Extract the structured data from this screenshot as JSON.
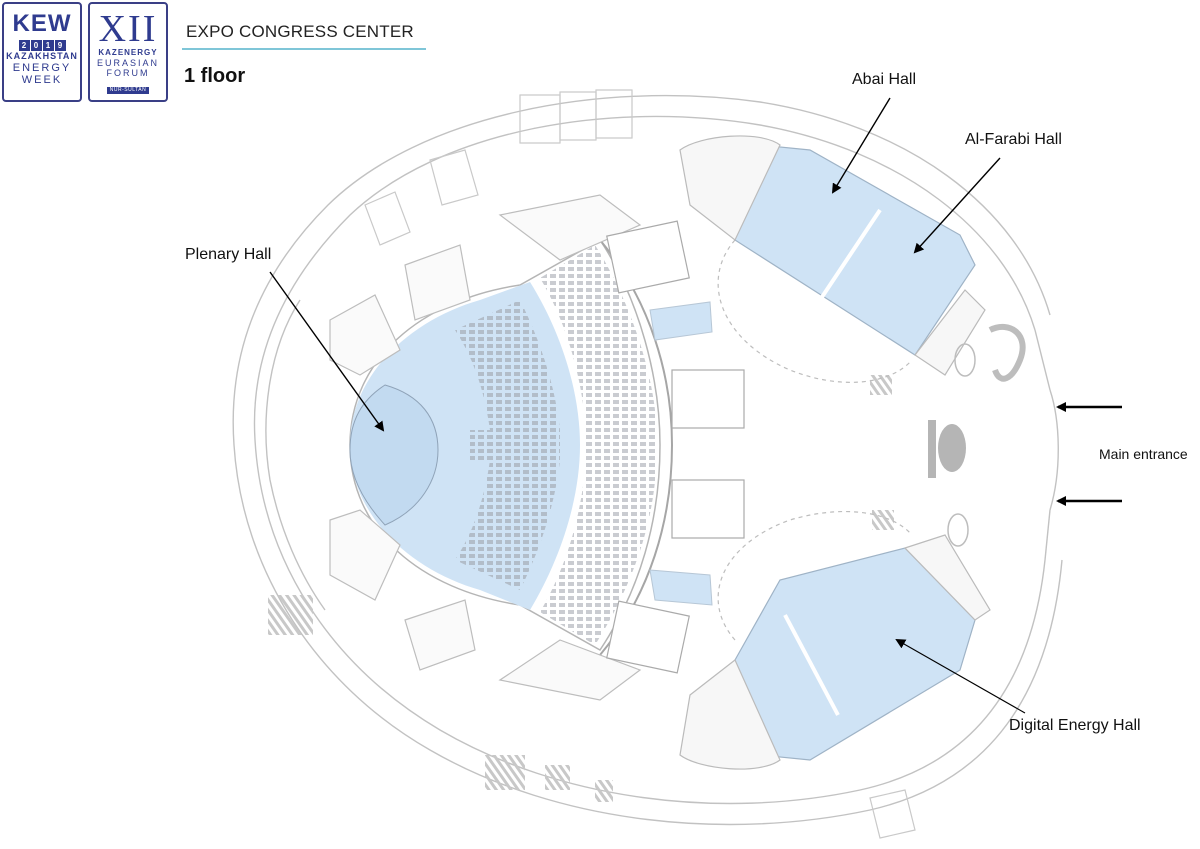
{
  "logos": {
    "kew": {
      "mark": "KEW",
      "year_digits": [
        "2",
        "0",
        "1",
        "9"
      ],
      "line1": "KAZAKHSTAN",
      "line2": "ENERGY",
      "line3": "WEEK"
    },
    "forum": {
      "numeral": "XII",
      "line1": "KAZENERGY",
      "line2": "EURASIAN",
      "line3": "FORUM",
      "city": "NUR-SULTAN"
    }
  },
  "header": {
    "venue_title": "EXPO CONGRESS CENTER",
    "floor_label": "1 floor"
  },
  "halls": [
    {
      "id": "plenary",
      "label": "Plenary Hall"
    },
    {
      "id": "abai",
      "label": "Abai Hall"
    },
    {
      "id": "alfarabi",
      "label": "Al-Farabi Hall"
    },
    {
      "id": "digital",
      "label": "Digital Energy Hall"
    }
  ],
  "entrance": {
    "label": "Main entrance"
  },
  "colors": {
    "hall_fill": "#cfe3f5",
    "wall_stroke": "#b9b9b9",
    "seat_fill": "#a9acb3",
    "brand": "#2f3b8f",
    "accent_rule": "#7fc6d8"
  }
}
